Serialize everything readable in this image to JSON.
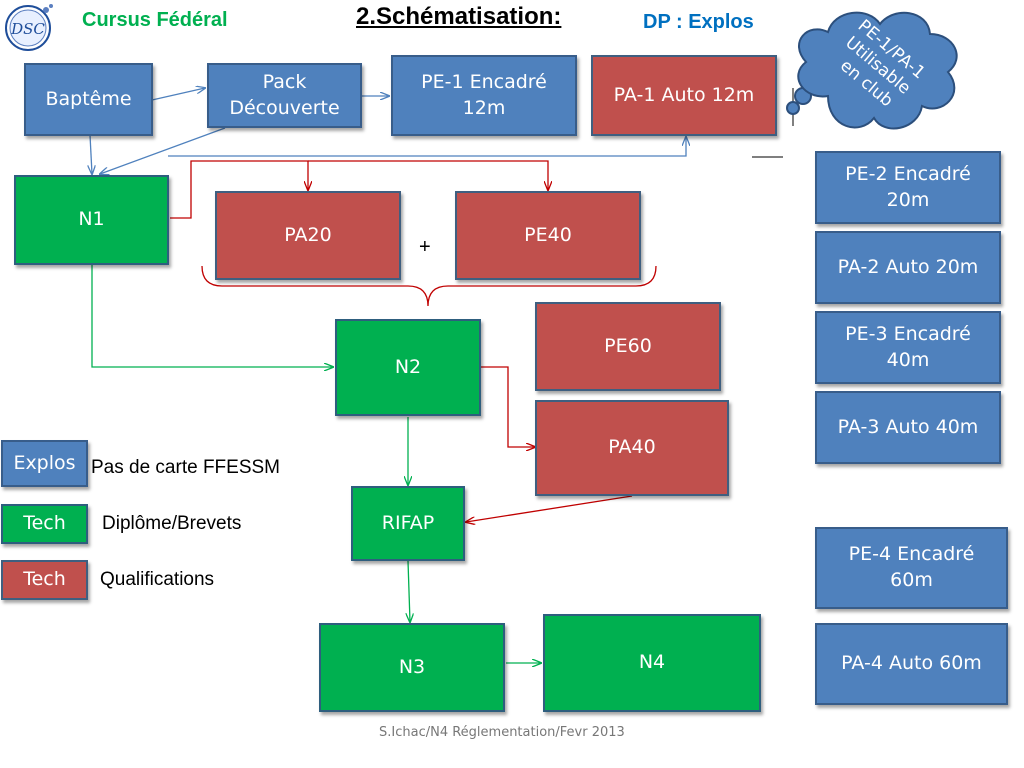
{
  "header": {
    "left_title": "Cursus Fédéral",
    "main_title": "2.Schématisation:",
    "right_title": "DP : Explos",
    "logo_text": "DSC"
  },
  "cloud": {
    "text": "PE-1/PA-1 Utilisable en club"
  },
  "boxes": {
    "bapteme": "Baptême",
    "pack": "Pack\nDécouverte",
    "pe1": "PE-1 Encadré\n12m",
    "pa1": "PA-1 Auto 12m",
    "n1": "N1",
    "pa20": "PA20",
    "pe40": "PE40",
    "plus": "+",
    "n2": "N2",
    "pe60": "PE60",
    "pa40": "PA40",
    "rifap": "RIFAP",
    "n3": "N3",
    "n4": "N4",
    "pe2": "PE-2 Encadré\n20m",
    "pa2": "PA-2 Auto 20m",
    "pe3": "PE-3 Encadré\n40m",
    "pa3": "PA-3 Auto 40m",
    "pe4": "PE-4 Encadré\n60m",
    "pa4": "PA-4 Auto 60m"
  },
  "legend": [
    {
      "box": "Explos",
      "text": "Pas de carte FFESSM",
      "color": "#4f81bd"
    },
    {
      "box": "Tech",
      "text": "Diplôme/Brevets",
      "color": "#00b050"
    },
    {
      "box": "Tech",
      "text": "Qualifications",
      "color": "#c0504d"
    }
  ],
  "footer": "S.Ichac/N4 Réglementation/Fevr 2013",
  "colors": {
    "blue": "#4f81bd",
    "green": "#00b050",
    "red": "#c0504d",
    "title_green": "#00b050",
    "title_blue": "#0070c0"
  }
}
